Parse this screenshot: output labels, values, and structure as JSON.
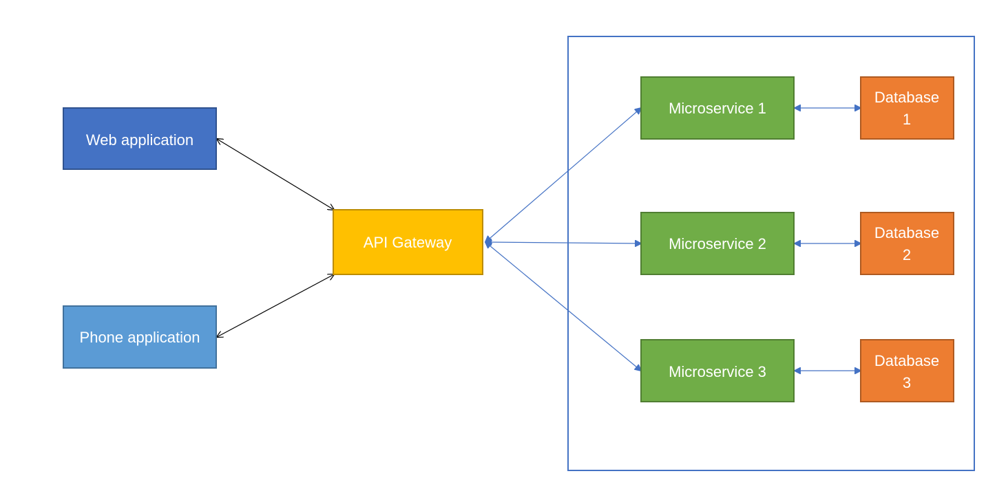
{
  "diagram": {
    "nodes": {
      "web_app": {
        "label": "Web application",
        "fill": "#4472C4",
        "stroke": "#2F528F"
      },
      "phone_app": {
        "label": "Phone application",
        "fill": "#5B9BD5",
        "stroke": "#41719C"
      },
      "api_gateway": {
        "label": "API Gateway",
        "fill": "#FFC000",
        "stroke": "#BC8C00"
      },
      "microservice_1": {
        "label": "Microservice 1",
        "fill": "#70AD47",
        "stroke": "#507E32"
      },
      "microservice_2": {
        "label": "Microservice 2",
        "fill": "#70AD47",
        "stroke": "#507E32"
      },
      "microservice_3": {
        "label": "Microservice 3",
        "fill": "#70AD47",
        "stroke": "#507E32"
      },
      "database_1": {
        "label_line1": "Database",
        "label_line2": "1",
        "fill": "#ED7D31",
        "stroke": "#AE5A21"
      },
      "database_2": {
        "label_line1": "Database",
        "label_line2": "2",
        "fill": "#ED7D31",
        "stroke": "#AE5A21"
      },
      "database_3": {
        "label_line1": "Database",
        "label_line2": "3",
        "fill": "#ED7D31",
        "stroke": "#AE5A21"
      }
    },
    "container": {
      "stroke": "#4472C4"
    },
    "connectors": {
      "client_color": "#000000",
      "service_color": "#4472C4"
    }
  }
}
